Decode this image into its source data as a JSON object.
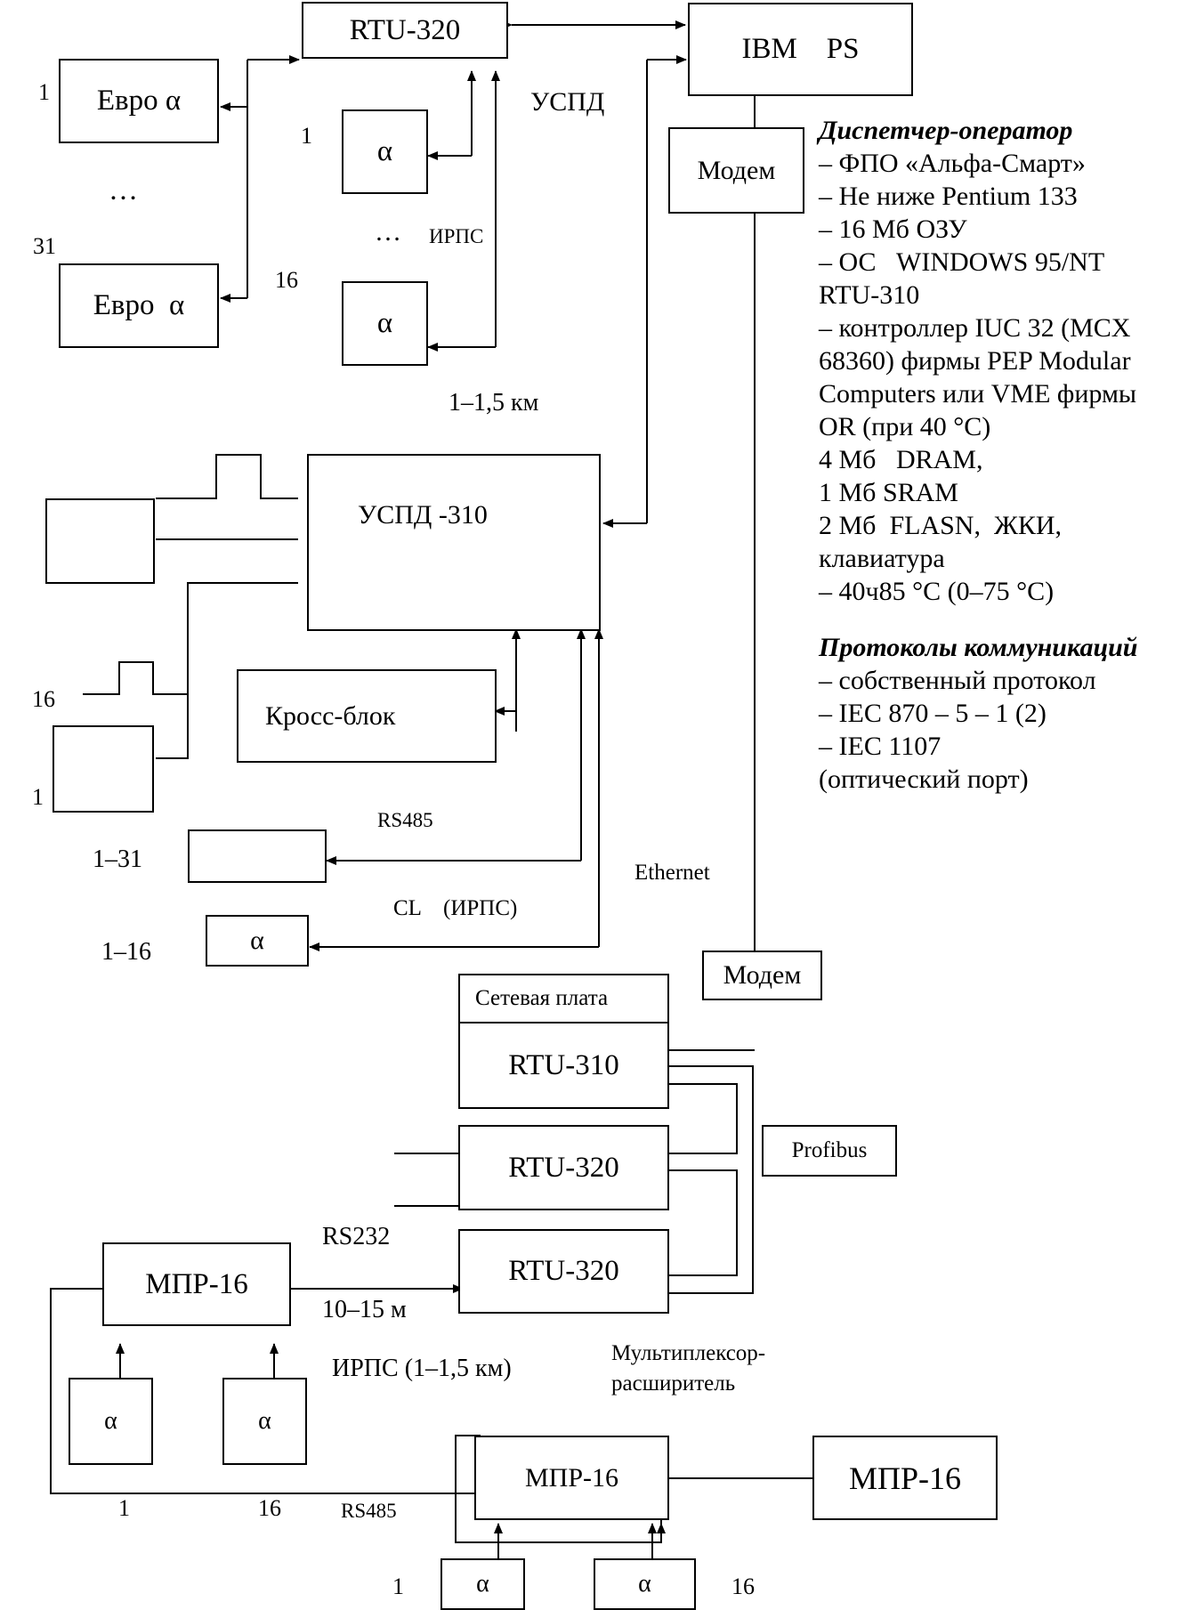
{
  "top": {
    "rtu320": "RTU-320",
    "ibm": "IBM    PS",
    "uspd": "УСПД",
    "modem": "Модем",
    "euro_1": "Евро α",
    "euro_31": "Евро  α",
    "num_1": "1",
    "num_31": "31",
    "dots": "…",
    "alpha_1": "α",
    "alpha_16": "α",
    "num_alpha_1": "1",
    "num_alpha_16": "16",
    "dots2": "…",
    "irps": "ИРПС",
    "distance": "1–1,5 км"
  },
  "middle": {
    "uspd310": "УСПД -310",
    "cross": "Кросс-блок",
    "num_16": "16",
    "num_1": "1",
    "rs485": "RS485",
    "range_1_31": "1–31",
    "cl_irps": "CL    (ИРПС)",
    "ethernet": "Ethernet",
    "alpha": "α",
    "range_1_16": "1–16",
    "modem2": "Модем"
  },
  "side": {
    "heading1": "Диспетчер-оператор",
    "lines1": [
      "– ФПО «Альфа-Смарт»",
      "– Не ниже Pentium 133",
      "– 16 Мб ОЗУ",
      "– ОС   WINDOWS 95/NT",
      "RTU-310",
      "– контроллер IUC 32 (MCX",
      "68360) фирмы PEP Modular",
      "Computers или VME фирмы",
      "OR (при 40 °С)",
      "4 Мб   DRAM,",
      "1 Мб SRAM",
      "2 Мб  FLASN,  ЖКИ,",
      "клавиатура",
      "– 40ч85 °С (0–75 °С)"
    ],
    "heading2": "Протоколы коммуникаций",
    "lines2": [
      "– собственный протокол",
      "– IEC 870 – 5 – 1 (2)",
      "– IEC 1107",
      "(оптический порт)"
    ]
  },
  "bottom": {
    "netcard": "Сетевая плата",
    "rtu310": "RTU-310",
    "rtu320a": "RTU-320",
    "rtu320b": "RTU-320",
    "profibus": "Profibus",
    "mpr16_left": "МПР-16",
    "rs232": "RS232",
    "dist_10_15": "10–15 м",
    "irps_dist": "ИРПС (1–1,5 км)",
    "mux_line1": "Мультиплексор-",
    "mux_line2": "расширитель",
    "mpr16_mid": "МПР-16",
    "mpr16_right": "МПР-16",
    "alpha": "α",
    "n1": "1",
    "n16": "16",
    "rs485": "RS485"
  }
}
